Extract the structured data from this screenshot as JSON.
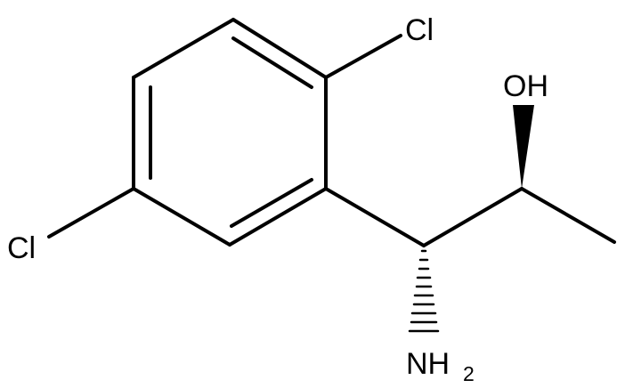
{
  "molecule": {
    "atoms": {
      "cl_top": "Cl",
      "cl_left": "Cl",
      "hydroxyl": "OH",
      "amine_main": "NH",
      "amine_subscript": "2"
    },
    "colors": {
      "bond": "#000000",
      "label": "#000000",
      "background": "#ffffff"
    }
  }
}
